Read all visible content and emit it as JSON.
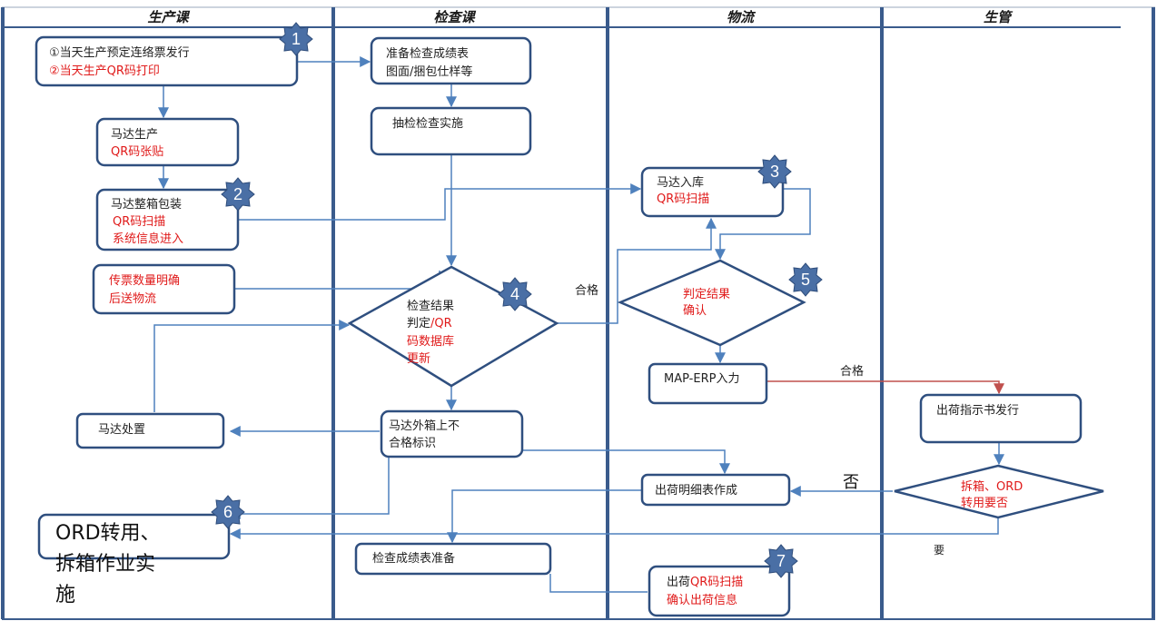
{
  "lanes": [
    "生产课",
    "检查课",
    "物流",
    "生管"
  ],
  "badges": [
    "1",
    "2",
    "3",
    "4",
    "5",
    "6",
    "7"
  ],
  "nodes": {
    "issue": {
      "line1": "①当天生产预定连络票发行",
      "line2": "②当天生产QR码打印"
    },
    "prep_report": {
      "line1": "准备检查成绩表",
      "line2": "图面/捆包仕样等"
    },
    "sample_inspect": {
      "line1": "抽检检查实施"
    },
    "motor_prod": {
      "line1": "马达生产",
      "line2": "QR码张贴"
    },
    "box_pack": {
      "line1": "马达整箱包装",
      "line2": "QR码扫描",
      "line3": "系统信息进入"
    },
    "slip": {
      "line1": "传票数量明确",
      "line2": "后送物流"
    },
    "warehouse": {
      "line1": "马达入库",
      "line2": "QR码扫描"
    },
    "judge_confirm": {
      "line1": "判定结果",
      "line2": "确认"
    },
    "inspect_result": {
      "line1": "检查结果",
      "line2a": "判定",
      "line2b": "/QR",
      "line3": "码数据库",
      "line4": "更新"
    },
    "map_erp": {
      "line1": "MAP-ERP入力"
    },
    "ship_instruct": {
      "line1": "出荷指示书发行"
    },
    "motor_dispose": {
      "line1": "马达处置"
    },
    "ng_label": {
      "line1": "马达外箱上不",
      "line2": "合格标识"
    },
    "ship_detail": {
      "line1": "出荷明细表作成"
    },
    "unbox_query": {
      "line1": "拆箱、ORD",
      "line2": "转用要否"
    },
    "ord_work": {
      "line1": "ORD转用、",
      "line2": "拆箱作业实",
      "line3": "施"
    },
    "report_ready": {
      "line1": "检查成绩表准备"
    },
    "ship_scan": {
      "line1a": "出荷",
      "line1b": "QR码扫描",
      "line2": "确认出荷信息"
    }
  },
  "edge_labels": {
    "pass1": "合格",
    "pass2": "合格",
    "no": "否",
    "yes": "要"
  },
  "colors": {
    "lane": "#3a5b8c",
    "flow": "#4f81bd",
    "red_text": "#e01a1a",
    "red_line": "#c0504d",
    "badge": "#4a6fa5"
  }
}
